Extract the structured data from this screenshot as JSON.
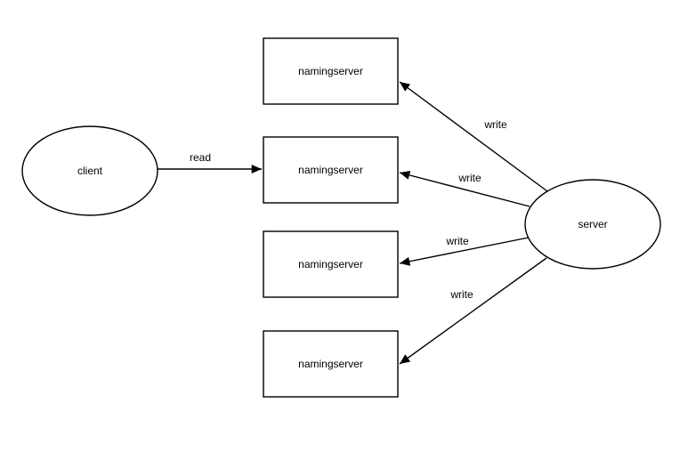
{
  "diagram": {
    "background_color": "#ffffff",
    "stroke_color": "#000000",
    "text_color": "#000000",
    "nodes": {
      "client": {
        "shape": "ellipse",
        "label": "client"
      },
      "server": {
        "shape": "ellipse",
        "label": "server"
      },
      "namingservers": [
        {
          "shape": "rectangle",
          "label": "namingserver"
        },
        {
          "shape": "rectangle",
          "label": "namingserver"
        },
        {
          "shape": "rectangle",
          "label": "namingserver"
        },
        {
          "shape": "rectangle",
          "label": "namingserver"
        }
      ]
    },
    "edges": [
      {
        "label": "read",
        "from": "client",
        "to": "namingserver-2"
      },
      {
        "label": "write",
        "from": "server",
        "to": "namingserver-1"
      },
      {
        "label": "write",
        "from": "server",
        "to": "namingserver-2"
      },
      {
        "label": "write",
        "from": "server",
        "to": "namingserver-3"
      },
      {
        "label": "write",
        "from": "server",
        "to": "namingserver-4"
      }
    ]
  }
}
